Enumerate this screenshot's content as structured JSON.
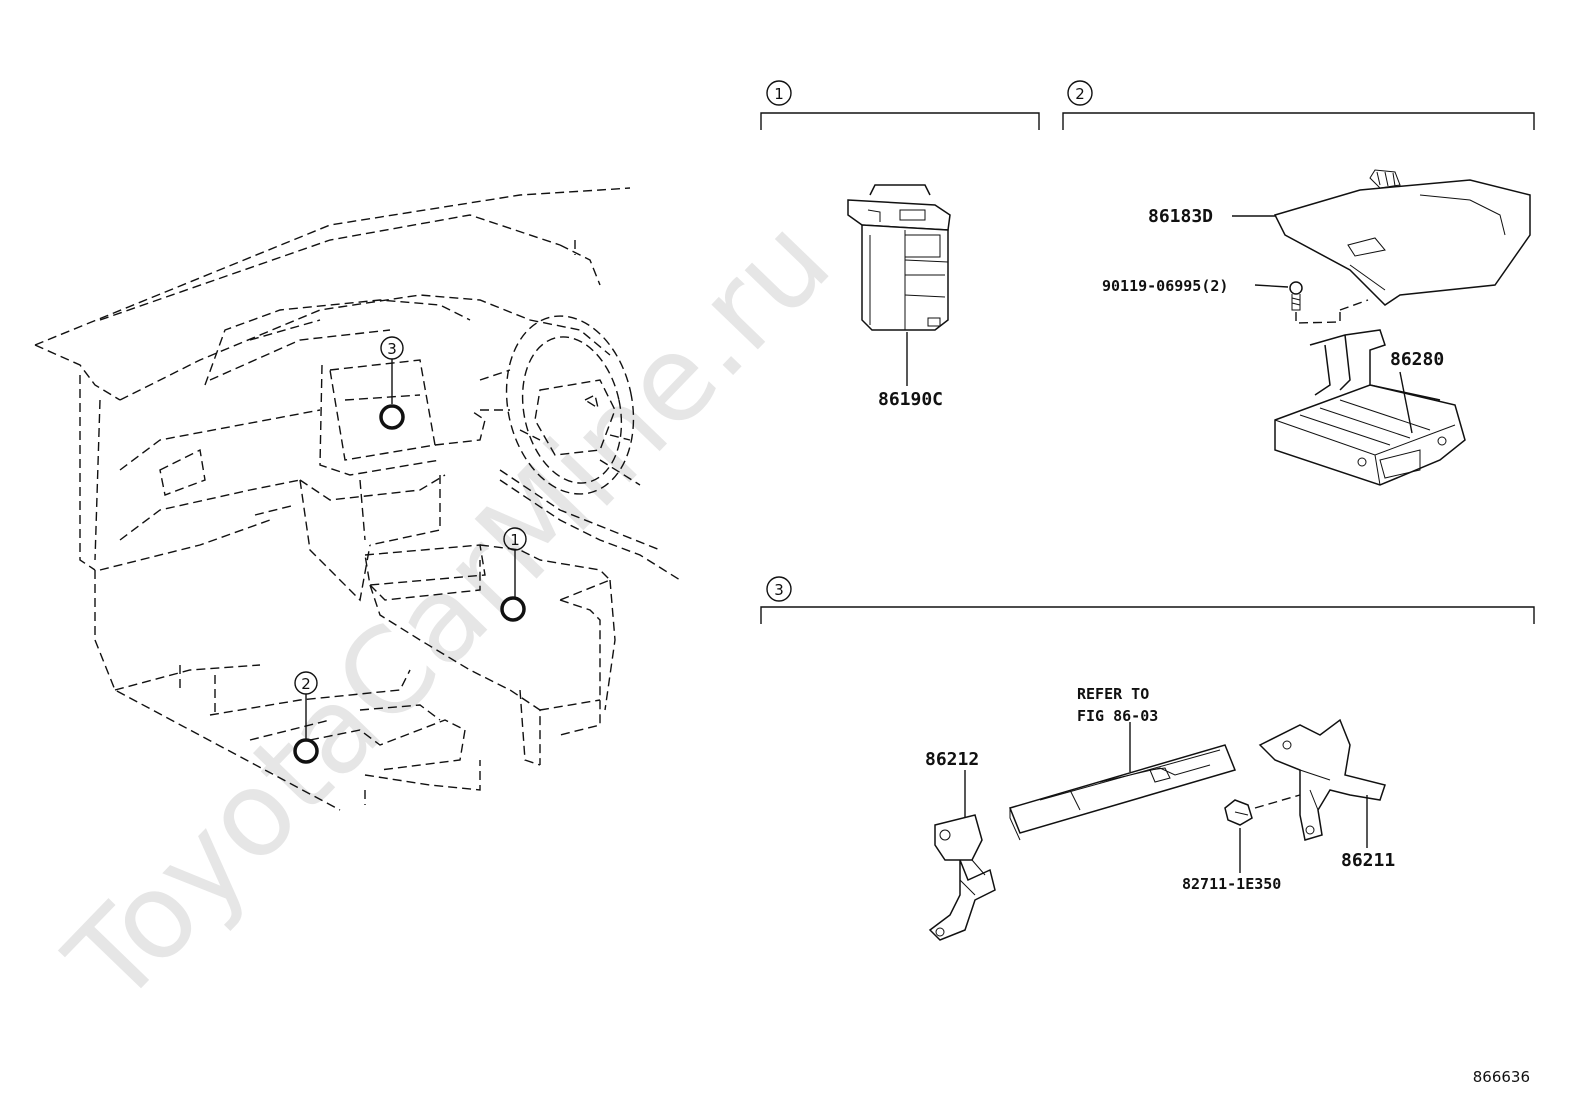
{
  "watermark": "ToyotaCarMine.ru",
  "figure_id": "866636",
  "sections": {
    "s1": {
      "marker": "1"
    },
    "s2": {
      "marker": "2"
    },
    "s3": {
      "marker": "3"
    }
  },
  "location_markers": {
    "m1": "1",
    "m2": "2",
    "m3": "3"
  },
  "parts": {
    "p86190C": "86190C",
    "p86183D": "86183D",
    "p90119": "90119-06995(2)",
    "p86280": "86280",
    "p86212": "86212",
    "p86211": "86211",
    "p82711": "82711-1E350"
  },
  "refer": {
    "line1": "REFER TO",
    "line2": "FIG 86-03"
  }
}
